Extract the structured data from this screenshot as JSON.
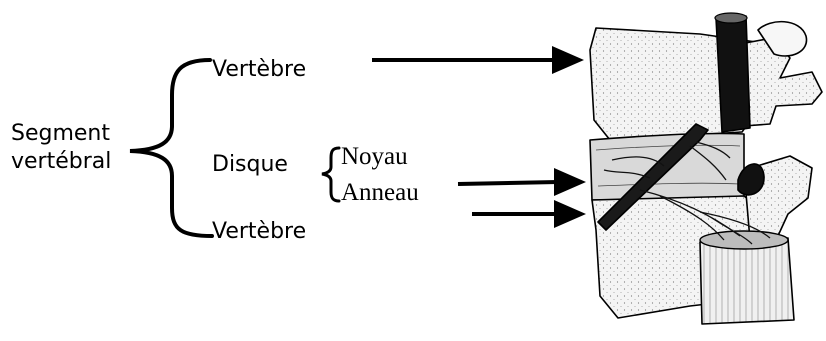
{
  "labels": {
    "segment_line1": "Segment",
    "segment_line2": "vertébral",
    "vertebre_top": "Vertèbre",
    "disque": "Disque",
    "noyau": "Noyau",
    "anneau": "Anneau",
    "vertebre_bottom": "Vertèbre"
  },
  "colors": {
    "ink": "#000000",
    "bone_fill": "#f2f2f2",
    "disc_fill": "#d9d9d9",
    "nerve": "#1a1a1a"
  },
  "icons": {
    "main_brace": "curly-brace",
    "disc_brace": "curly-brace",
    "arrows": "arrow-right"
  }
}
